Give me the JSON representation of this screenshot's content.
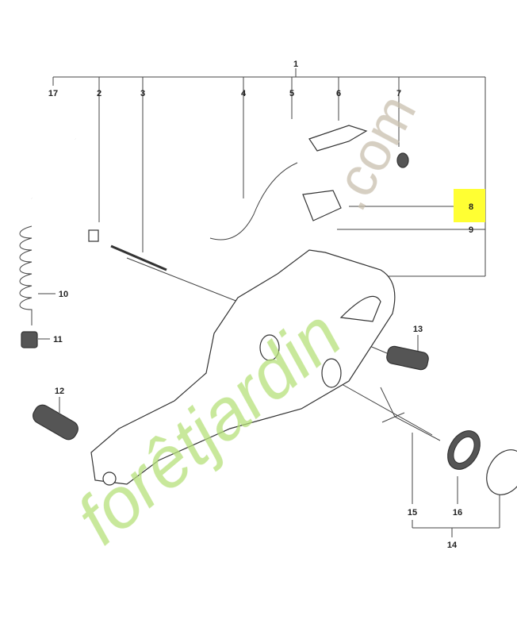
{
  "diagram": {
    "highlight_color": "#ffff33",
    "watermark": {
      "text_main": "forêtjardin",
      "text_tld": ".com",
      "green": "#b6e07a",
      "tan": "#c9bfae"
    },
    "callouts": {
      "c1": "1",
      "c2": "2",
      "c3": "3",
      "c4": "4",
      "c5": "5",
      "c6": "6",
      "c7": "7",
      "c8": "8",
      "c9": "9",
      "c10": "10",
      "c11": "11",
      "c12": "12",
      "c13": "13",
      "c14": "14",
      "c15": "15",
      "c16": "16",
      "c17": "17"
    },
    "highlighted_part": "8"
  }
}
